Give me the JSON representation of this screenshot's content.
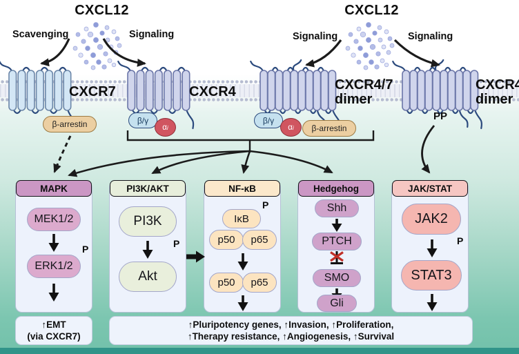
{
  "ligands": {
    "left": {
      "label": "CXCL12"
    },
    "right": {
      "label": "CXCL12"
    }
  },
  "top_labels": {
    "scavenging": "Scavenging",
    "signaling_1": "Signaling",
    "signaling_2": "Signaling",
    "signaling_3": "Signaling"
  },
  "receptors": {
    "cxcr7": {
      "label": "CXCR7"
    },
    "cxcr4": {
      "label": "CXCR4"
    },
    "cxcr47_dimer": {
      "line1": "CXCR4/7",
      "line2": "dimer"
    },
    "cxcr4_dimer": {
      "line1": "CXCR4",
      "line2": "dimer"
    }
  },
  "proteins": {
    "beta_arrestin_1": "β-arrestin",
    "beta_arrestin_2": "β-arrestin",
    "beta_gamma_1": "β/γ",
    "beta_gamma_2": "β/γ",
    "alpha": "α",
    "alpha_sub": "i",
    "pp": "PP"
  },
  "pathways": {
    "mapk": {
      "header": "MAPK",
      "phospho": "P",
      "nodes": {
        "mek": "MEK1/2",
        "erk": "ERK1/2"
      }
    },
    "pi3k": {
      "header": "PI3K/AKT",
      "phospho": "P",
      "nodes": {
        "pi3k": "PI3K",
        "akt": "Akt"
      }
    },
    "nfkb": {
      "header": "NF-κB",
      "phospho": "P",
      "nodes": {
        "ikb": "IκB",
        "p50a": "p50",
        "p65a": "p65",
        "p50b": "p50",
        "p65b": "p65"
      }
    },
    "hedgehog": {
      "header": "Hedgehog",
      "nodes": {
        "shh": "Shh",
        "ptch": "PTCH",
        "smo": "SMO",
        "gli": "Gli"
      }
    },
    "jakstat": {
      "header": "JAK/STAT",
      "phospho": "P",
      "nodes": {
        "jak2": "JAK2",
        "stat3": "STAT3"
      }
    }
  },
  "outcomes": {
    "emt": {
      "line1": "↑EMT",
      "line2": "(via CXCR7)"
    },
    "main": {
      "line1": "↑Pluripotency genes,  ↑Invasion,  ↑Proliferation,",
      "line2": "↑Therapy resistance,  ↑Angiogenesis,  ↑Survival"
    }
  },
  "colors": {
    "membrane_dot": "#b5bbd0",
    "teal_background": "#72c1aa",
    "bottom_bar": "#319489",
    "mapk_header": "#cb97c4",
    "mapk_pill": "#dcaacd",
    "pi3k_header": "#e7eedb",
    "pi3k_pill": "#e9efdc",
    "nfkb_header": "#fbe8cb",
    "nfkb_pill": "#fce4c0",
    "hedgehog_header": "#cb97c4",
    "hedgehog_pill": "#cfa2ca",
    "jakstat_header": "#f6c6c2",
    "jakstat_pill": "#f5b6b0",
    "beta_gamma": "#c5e1ef",
    "alpha_i": "#d05560",
    "beta_arrestin": "#eccfa2",
    "inhibition_x": "#c03028"
  }
}
